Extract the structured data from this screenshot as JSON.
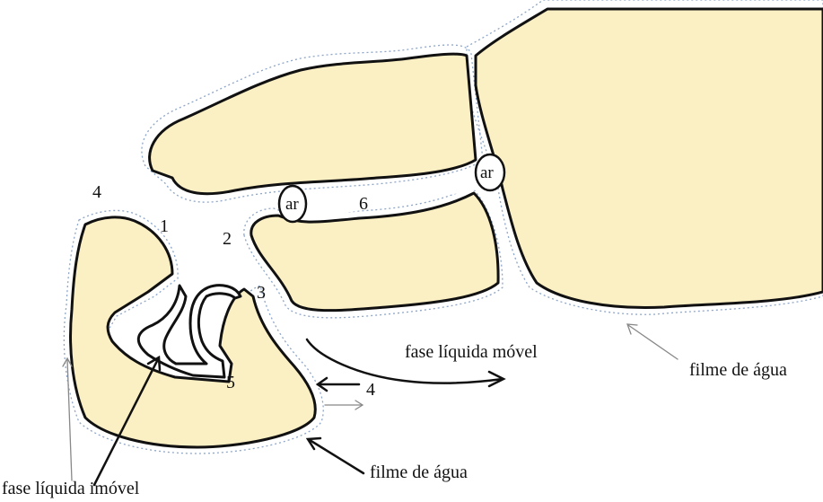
{
  "labels": {
    "ar_1": "ar",
    "ar_2": "ar",
    "n1": "1",
    "n2": "2",
    "n3": "3",
    "n4_top": "4",
    "n4_arrow": "4",
    "n5": "5",
    "n6": "6",
    "mobile_phase": "fase líquida móvel",
    "immobile_phase": "fase líquida imóvel",
    "water_film_right": "filme de água",
    "water_film_bottom": "filme de água"
  },
  "colors": {
    "grain_fill": "#fbefc4",
    "outline": "#111111",
    "water_film": "#8ea6c8"
  }
}
